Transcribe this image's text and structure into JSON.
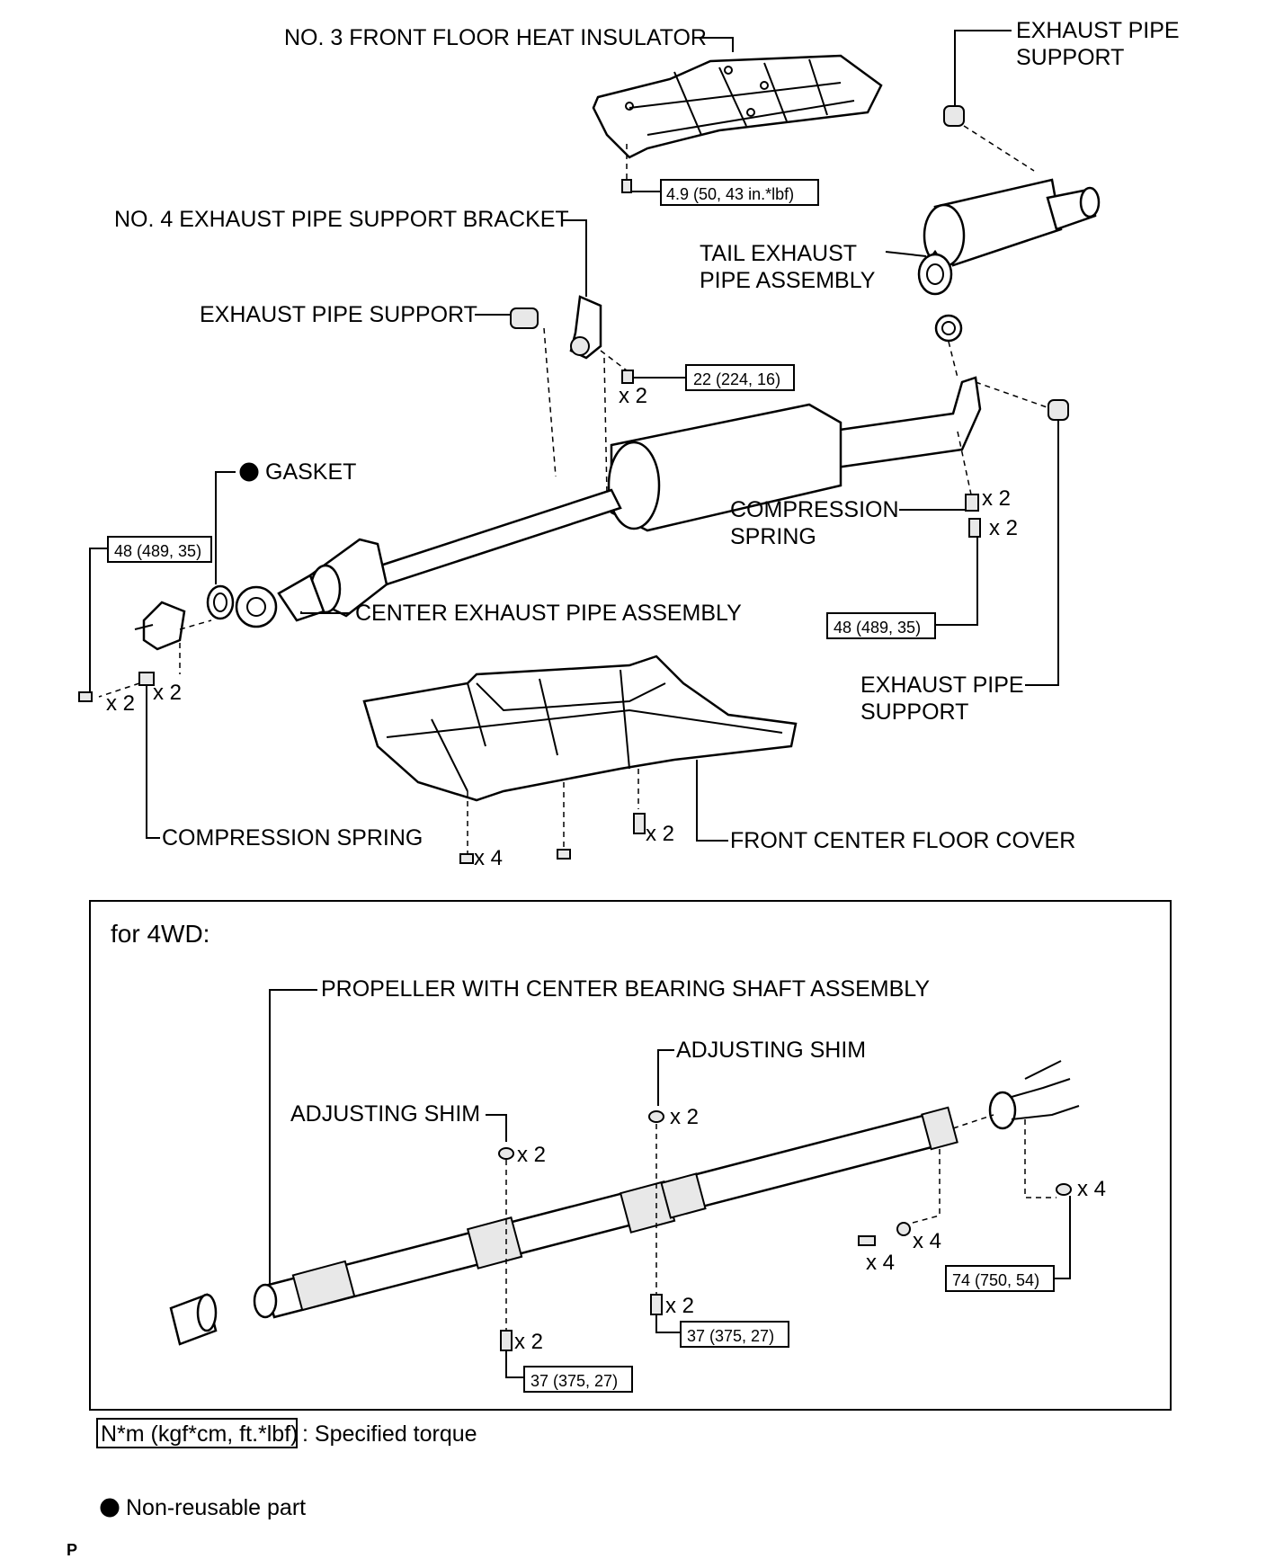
{
  "labels": {
    "heat_insulator": "NO. 3 FRONT FLOOR HEAT INSULATOR",
    "exhaust_support_tr_1": "EXHAUST PIPE",
    "exhaust_support_tr_2": "SUPPORT",
    "support_bracket": "NO. 4 EXHAUST PIPE SUPPORT BRACKET",
    "tail_pipe_1": "TAIL EXHAUST",
    "tail_pipe_2": "PIPE ASSEMBLY",
    "exhaust_support_mid": "EXHAUST PIPE SUPPORT",
    "gasket": "GASKET",
    "compression_spring_r_1": "COMPRESSION",
    "compression_spring_r_2": "SPRING",
    "center_pipe": "CENTER EXHAUST PIPE ASSEMBLY",
    "exhaust_support_r_1": "EXHAUST PIPE",
    "exhaust_support_r_2": "SUPPORT",
    "compression_spring_l": "COMPRESSION SPRING",
    "floor_cover": "FRONT CENTER FLOOR COVER"
  },
  "torque": {
    "insulator_bolt": "4.9 (50, 43 in.*lbf)",
    "bracket_bolt": "22 (224, 16)",
    "front_flange": "48 (489, 35)",
    "rear_flange": "48 (489, 35)",
    "shim_bolt_left": "37 (375, 27)",
    "shim_bolt_center": "37 (375, 27)",
    "rear_flange_4wd": "74 (750, 54)"
  },
  "qty": {
    "bracket_bolt": "x 2",
    "rear_spring": "x 2",
    "rear_bolt": "x 2",
    "front_bolt": "x 2",
    "front_spring": "x 2",
    "cover_bolt": "x 2",
    "cover_nut": "x 4",
    "shim_left": "x 2",
    "shim_center": "x 2",
    "bolt_left": "x 2",
    "bolt_center": "x 2",
    "rear_bolt_4wd": "x 4",
    "rear_washer_4wd": "x 4",
    "rear_nut_4wd": "x 4"
  },
  "inset": {
    "title": "for 4WD:",
    "propeller": "PROPELLER WITH CENTER BEARING SHAFT ASSEMBLY",
    "adjusting_shim_center": "ADJUSTING SHIM",
    "adjusting_shim_left": "ADJUSTING SHIM"
  },
  "legend": {
    "torque_unit": "N*m (kgf*cm, ft.*lbf)",
    "torque_desc": ": Specified torque",
    "non_reusable": "Non-reusable part"
  },
  "footer_code": "P"
}
